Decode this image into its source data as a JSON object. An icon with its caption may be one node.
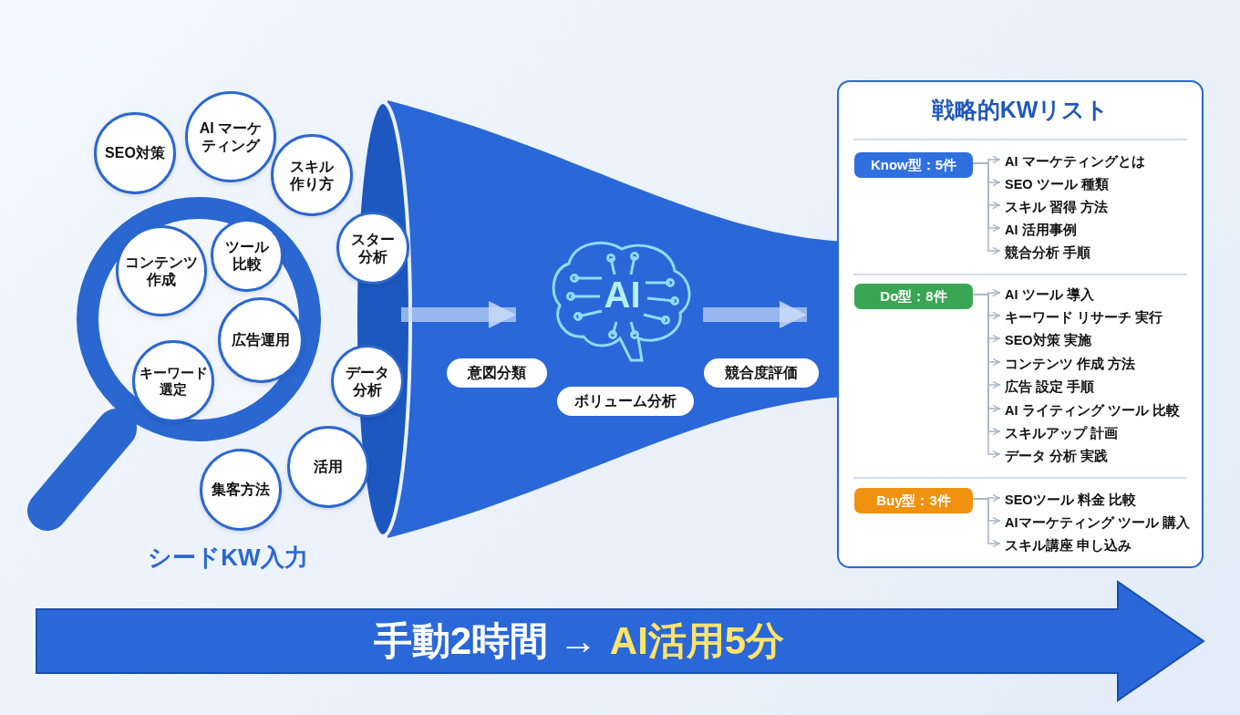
{
  "diagram": {
    "nodes": [
      {
        "text": [
          "SEO対策"
        ]
      },
      {
        "text": [
          "AI マーケティング"
        ]
      },
      {
        "text": [
          "スキル作り方"
        ]
      },
      {
        "text": [
          "ツール比較"
        ]
      },
      {
        "text": [
          "スター分析"
        ]
      },
      {
        "text": [
          "コンテンツ作成"
        ]
      },
      {
        "text": [
          "広告運用"
        ]
      },
      {
        "text": [
          "キーワード選定"
        ]
      },
      {
        "text": [
          "データ分析"
        ]
      },
      {
        "text": [
          "活用"
        ]
      },
      {
        "text": [
          "集客方法"
        ]
      },
      {
        "text": [],
        "shape": "funnel"
      },
      {
        "text": [
          "AI"
        ],
        "in": 11
      },
      {
        "text": [
          "意図分類"
        ],
        "in": 11
      },
      {
        "text": [
          "ボリューム分析"
        ],
        "in": 11
      },
      {
        "text": [
          "競合度評価"
        ],
        "in": 11
      },
      {
        "text": [
          "戦略的KWリスト"
        ]
      },
      {
        "text": [
          "Know型：5件"
        ],
        "in": 16
      },
      {
        "text": [
          "Do型：8件"
        ],
        "in": 16
      },
      {
        "text": [
          "Buy型：3件"
        ],
        "in": 16
      },
      {
        "text": [
          "AI マーケティングとは"
        ],
        "in": 16
      },
      {
        "text": [
          "SEO ツール 種類"
        ],
        "in": 16
      },
      {
        "text": [
          "スキル 習得 方法"
        ],
        "in": 16
      },
      {
        "text": [
          "AI 活用事例"
        ],
        "in": 16
      },
      {
        "text": [
          "競合分析 手順"
        ],
        "in": 16
      },
      {
        "text": [
          "AI ツール 導入"
        ],
        "in": 16
      },
      {
        "text": [
          "キーワード リサーチ 実行"
        ],
        "in": 16
      },
      {
        "text": [
          "SEO対策 実施"
        ],
        "in": 16
      },
      {
        "text": [
          "コンテンツ 作成 方法"
        ],
        "in": 16
      },
      {
        "text": [
          "広告 設定 手順"
        ],
        "in": 16
      },
      {
        "text": [
          "AI ライティング ツール 比較"
        ],
        "in": 16
      },
      {
        "text": [
          "スキルアップ 計画"
        ],
        "in": 16
      },
      {
        "text": [
          "データ 分析 実践"
        ],
        "in": 16
      },
      {
        "text": [
          "SEOツール 料金 比較"
        ],
        "in": 16
      },
      {
        "text": [
          "AIマーケティング ツール 購入"
        ],
        "in": 16
      },
      {
        "text": [
          "スキル講座 申し込み"
        ],
        "in": 16
      },
      {
        "text": [
          "手動2時間 →",
          "AI活用5分"
        ]
      }
    ],
    "edges": [
      {
        "from": null,
        "to": 12,
        "arrow": "to",
        "style": "thick",
        "color": "#c8daf8"
      },
      {
        "from": 12,
        "to": 16,
        "arrow": "to",
        "style": "thick",
        "color": "#c8daf8"
      },
      {
        "from": 17,
        "to": 20,
        "arrow": "to"
      },
      {
        "from": 17,
        "to": 21,
        "arrow": "to"
      },
      {
        "from": 17,
        "to": 22,
        "arrow": "to"
      },
      {
        "from": 17,
        "to": 23,
        "arrow": "to"
      },
      {
        "from": 17,
        "to": 24,
        "arrow": "to"
      },
      {
        "from": 18,
        "to": 25,
        "arrow": "to"
      },
      {
        "from": 18,
        "to": 26,
        "arrow": "to"
      },
      {
        "from": 18,
        "to": 27,
        "arrow": "to"
      },
      {
        "from": 18,
        "to": 28,
        "arrow": "to"
      },
      {
        "from": 18,
        "to": 29,
        "arrow": "to"
      },
      {
        "from": 18,
        "to": 30,
        "arrow": "to"
      },
      {
        "from": 18,
        "to": 31,
        "arrow": "to"
      },
      {
        "from": 18,
        "to": 32,
        "arrow": "to"
      },
      {
        "from": 19,
        "to": 33,
        "arrow": "to"
      },
      {
        "from": 19,
        "to": 34,
        "arrow": "to"
      },
      {
        "from": 19,
        "to": 35,
        "arrow": "to"
      }
    ],
    "labels": [
      "シードKW入力"
    ]
  }
}
